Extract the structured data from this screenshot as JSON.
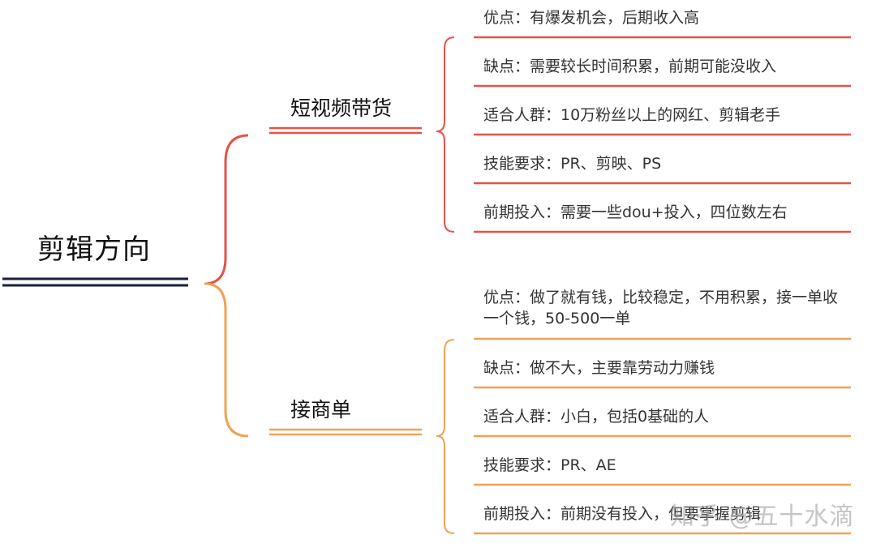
{
  "root": {
    "label": "剪辑方向"
  },
  "branches": [
    {
      "label": "短视频带货",
      "color": "#e55347",
      "items": [
        "优点：有爆发机会，后期收入高",
        "缺点：需要较长时间积累，前期可能没收入",
        "适合人群：10万粉丝以上的网红、剪辑老手",
        "技能要求：PR、剪映、PS",
        "前期投入：需要一些dou+投入，四位数左右"
      ]
    },
    {
      "label": "接商单",
      "color": "#f0a155",
      "items": [
        "优点：做了就有钱，比较稳定，不用积累，接一单收一个钱，50-500一单",
        "缺点：做不大，主要靠劳动力赚钱",
        "适合人群：小白，包括0基础的人",
        "技能要求：PR、AE",
        "前期投入：前期没有投入，但要掌握剪辑"
      ]
    }
  ],
  "watermark": "知乎 @五十水滴",
  "colors": {
    "root_underline": "#1a1f3d"
  }
}
